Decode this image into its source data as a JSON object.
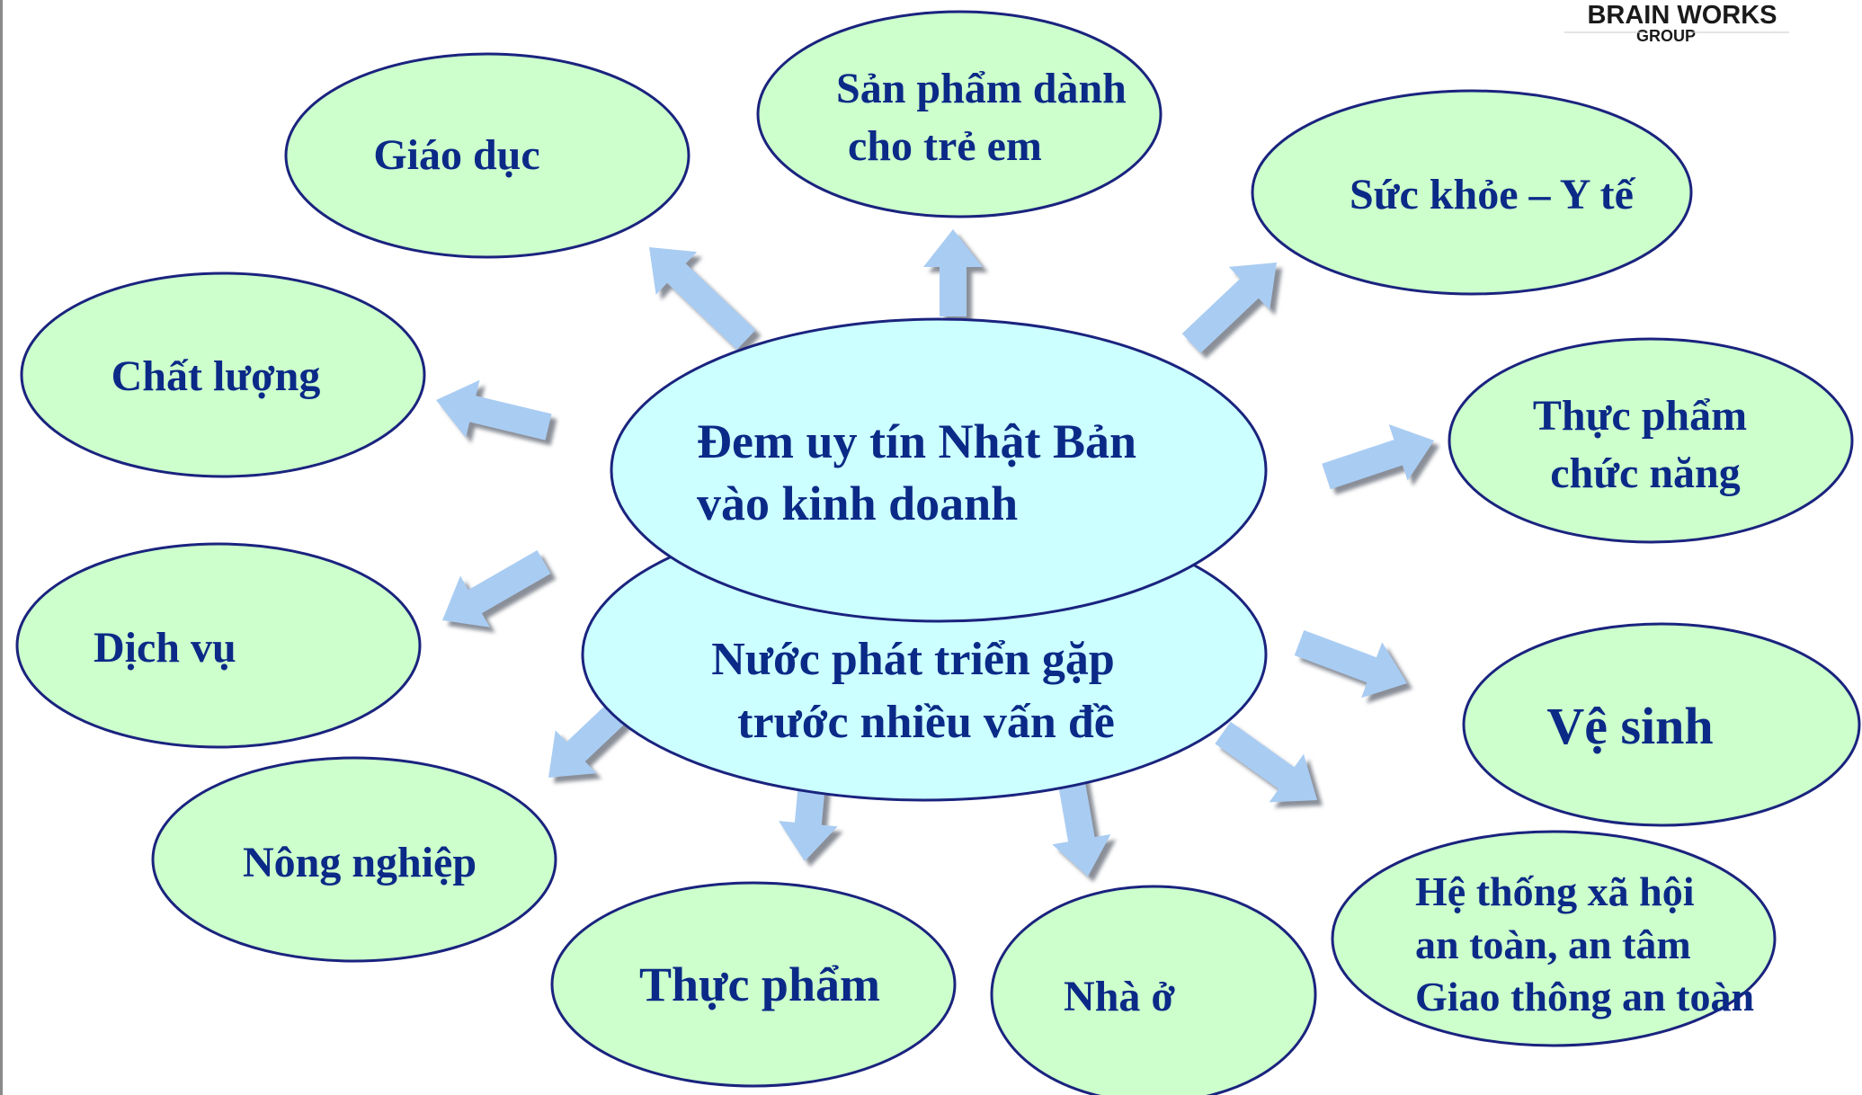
{
  "logo": {
    "line1": "BRAIN WORKS",
    "line2": "GROUP"
  },
  "colors": {
    "node_fill": "#ccffcc",
    "center_fill": "#ccffff",
    "node_stroke": "#1a237e",
    "text": "#0b2a87",
    "arrow_fill": "#a9ccf2",
    "arrow_shadow": "#8a8f99"
  },
  "center": {
    "top": {
      "lines": [
        "Đem uy tín Nhật Bản",
        "vào kinh doanh"
      ]
    },
    "bottom": {
      "lines": [
        "Nước phát triển gặp",
        "trước nhiều vấn đề"
      ]
    }
  },
  "nodes": [
    {
      "id": "giao-duc",
      "lines": [
        "Giáo dục"
      ]
    },
    {
      "id": "san-pham-tre-em",
      "lines": [
        "Sản phẩm dành",
        "cho trẻ em"
      ]
    },
    {
      "id": "suc-khoe-y-te",
      "lines": [
        "Sức khỏe – Y tế"
      ]
    },
    {
      "id": "chat-luong",
      "lines": [
        "Chất lượng"
      ]
    },
    {
      "id": "thuc-pham-chuc-nang",
      "lines": [
        "Thực phẩm",
        "chức năng"
      ]
    },
    {
      "id": "dich-vu",
      "lines": [
        "Dịch vụ"
      ]
    },
    {
      "id": "ve-sinh",
      "lines": [
        "Vệ sinh"
      ]
    },
    {
      "id": "nong-nghiep",
      "lines": [
        "Nông nghiệp"
      ]
    },
    {
      "id": "he-thong-xa-hoi",
      "lines": [
        "Hệ thống xã hội",
        "an toàn, an tâm",
        "Giao thông an toàn"
      ]
    },
    {
      "id": "thuc-pham",
      "lines": [
        "Thực phẩm"
      ]
    },
    {
      "id": "nha-o",
      "lines": [
        "Nhà ở"
      ]
    }
  ]
}
